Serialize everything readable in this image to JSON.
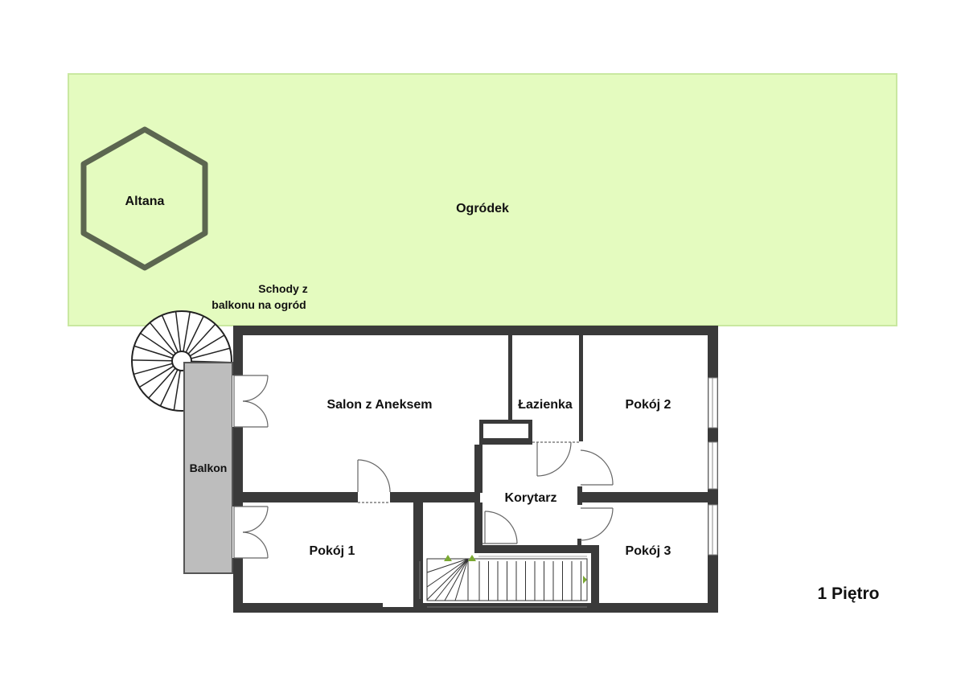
{
  "floor_title": "1 Piętro",
  "areas": {
    "garden": "Ogródek",
    "gazebo": "Altana",
    "spiral_stairs_line1": "Schody z",
    "spiral_stairs_line2": "balkonu na ogród",
    "balcony": "Balkon"
  },
  "rooms": {
    "salon": "Salon z Aneksem",
    "bathroom": "Łazienka",
    "room2": "Pokój 2",
    "corridor": "Korytarz",
    "room1": "Pokój 1",
    "room3": "Pokój 3"
  },
  "colors": {
    "garden_fill": "#e4fbbf",
    "garden_stroke": "#c9e8a0",
    "wall": "#3a3a3a",
    "gazebo_stroke": "#5c6650",
    "balcony_fill": "#bdbdbd",
    "arrow_green": "#7aa832"
  }
}
